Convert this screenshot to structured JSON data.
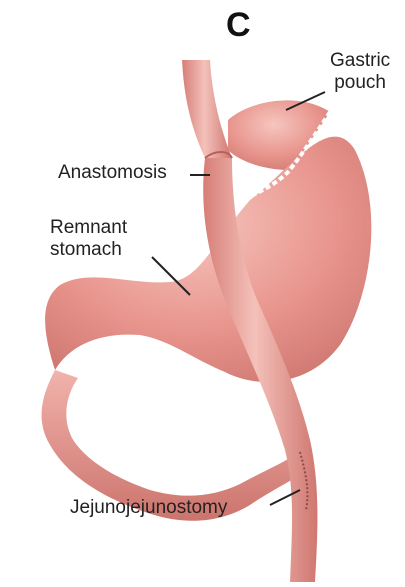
{
  "panel": {
    "letter": "C"
  },
  "labels": {
    "gastric_pouch": [
      "Gastric",
      "pouch"
    ],
    "anastomosis": "Anastomosis",
    "remnant_stomach": [
      "Remnant",
      "stomach"
    ],
    "jejunojejunostomy": "Jejunojejunostomy"
  },
  "colors": {
    "tissue": "#e58f88",
    "tissue_light": "#f2b9b2",
    "tissue_dark": "#c86f69",
    "staple_line": "#ffffff",
    "text": "#222222"
  }
}
